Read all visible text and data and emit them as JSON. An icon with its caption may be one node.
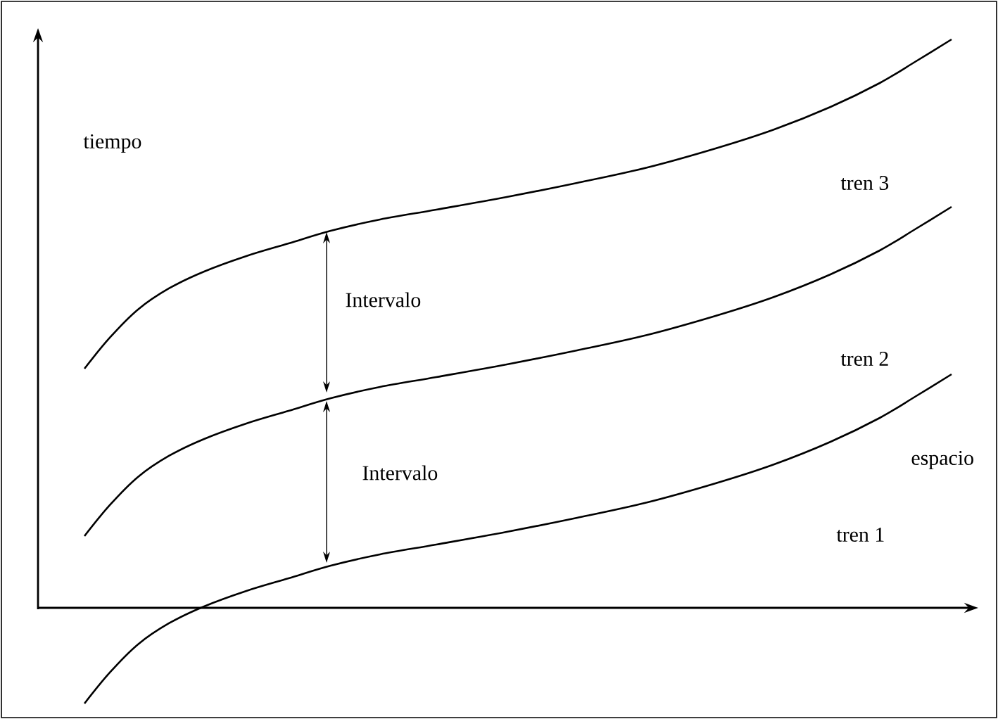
{
  "diagram": {
    "labels": [
      "tiempo",
      "tren 3",
      "Intervalo",
      "tren 2",
      "Intervalo",
      "tren 1",
      "espacio"
    ]
  }
}
